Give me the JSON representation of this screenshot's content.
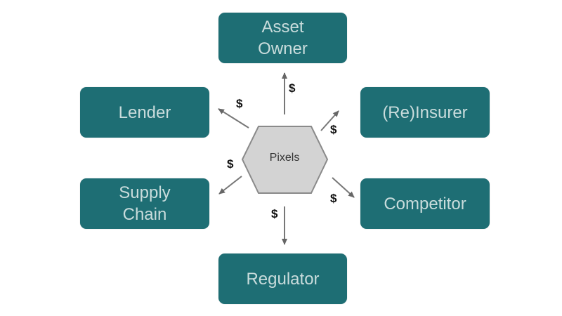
{
  "diagram": {
    "center": {
      "label": "Pixels"
    },
    "nodes": [
      {
        "id": "owner",
        "label": "Asset\nOwner"
      },
      {
        "id": "lender",
        "label": "Lender"
      },
      {
        "id": "insurer",
        "label": "(Re)Insurer"
      },
      {
        "id": "supply",
        "label": "Supply\nChain"
      },
      {
        "id": "competitor",
        "label": "Competitor"
      },
      {
        "id": "regulator",
        "label": "Regulator"
      }
    ],
    "flow_label": "$",
    "colors": {
      "node_fill": "#1e6e74",
      "node_text": "#c9dcdc",
      "hub_fill": "#d3d3d3",
      "hub_stroke": "#8a8a8a",
      "arrow": "#666666"
    }
  }
}
